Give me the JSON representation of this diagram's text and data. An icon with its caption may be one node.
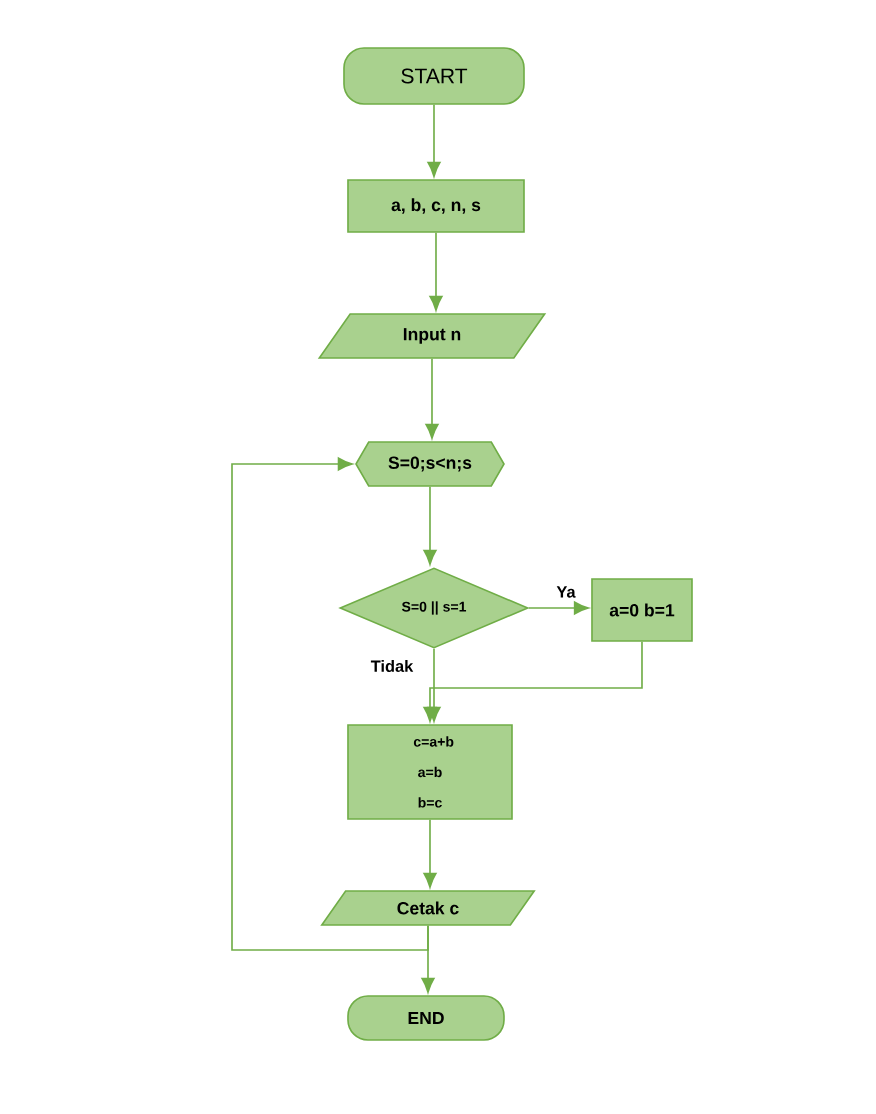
{
  "diagram": {
    "nodes": [
      {
        "text": [
          "START"
        ]
      },
      {
        "text": [
          "a, b, c, n, s"
        ]
      },
      {
        "text": [
          "Input n"
        ]
      },
      {
        "text": [
          "S=0;s<n;s"
        ]
      },
      {
        "text": [
          "S=0 || s=1"
        ]
      },
      {
        "text": [
          "a=0 b=1"
        ]
      },
      {
        "text": [
          "c=a+b a=b b=c"
        ]
      },
      {
        "text": [
          "Cetak c"
        ]
      },
      {
        "text": [
          "END"
        ]
      }
    ],
    "edges": [
      {
        "from": 0,
        "to": 1,
        "arrow": "to"
      },
      {
        "from": 1,
        "to": 2,
        "arrow": "to"
      },
      {
        "from": 2,
        "to": 3,
        "arrow": "to"
      },
      {
        "from": 3,
        "to": 4,
        "arrow": "to"
      },
      {
        "from": 4,
        "to": 5,
        "arrow": "to",
        "label": "Ya"
      },
      {
        "from": 4,
        "to": 6,
        "arrow": "to",
        "label": "Tidak"
      },
      {
        "from": 5,
        "to": 6,
        "arrow": "to"
      },
      {
        "from": 6,
        "to": 7,
        "arrow": "to"
      },
      {
        "from": 7,
        "to": 3,
        "arrow": "to"
      },
      {
        "from": 7,
        "to": 8,
        "arrow": "to"
      }
    ]
  }
}
